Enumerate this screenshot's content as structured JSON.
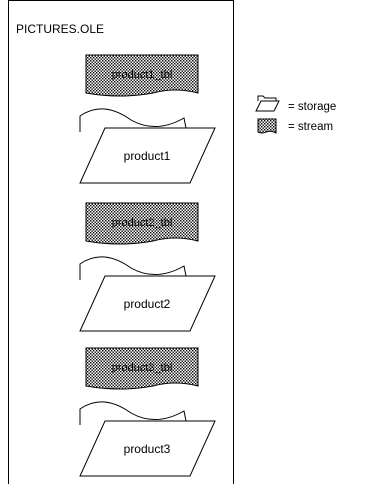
{
  "file": {
    "name": "PICTURES.OLE"
  },
  "entries": [
    {
      "stream": "product1_tbl",
      "storage": "product1"
    },
    {
      "stream": "product2_tbl",
      "storage": "product2"
    },
    {
      "stream": "product3_tbl",
      "storage": "product3"
    }
  ],
  "legend": {
    "storage_label": "= storage",
    "stream_label": "= stream",
    "storage_icon": "folder-icon",
    "stream_icon": "stream-icon"
  }
}
